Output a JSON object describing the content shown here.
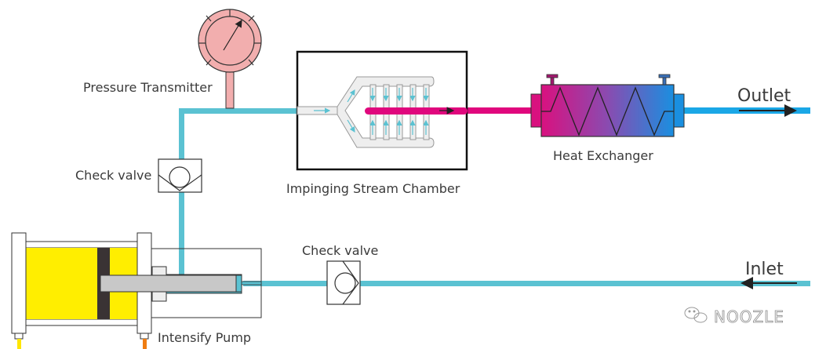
{
  "diagram": {
    "title": "Impinging stream high-pressure process flow",
    "labels": {
      "pressure_transmitter": "Pressure Transmitter",
      "impinging_chamber": "Impinging Stream Chamber",
      "heat_exchanger": "Heat Exchanger",
      "outlet": "Outlet",
      "inlet": "Inlet",
      "check_valve_upper": "Check valve",
      "check_valve_lower": "Check valve",
      "intensify_pump": "Intensify Pump",
      "watermark": "NOOZLE"
    },
    "colors": {
      "feed_line": "#5bc2d2",
      "hot_line": "#e0077d",
      "outlet_line": "#1aa7e6",
      "gauge": "#f2aeae",
      "cylinder_fill": "#ffee00",
      "piston": "#3a3334",
      "plunger": "#c8c8c8",
      "hx_gradient_start": "#d9117f",
      "hx_gradient_end": "#1a8fe0",
      "oil_port_left": "#ffe600",
      "oil_port_right": "#f07d12"
    },
    "nodes": [
      {
        "id": "intensify_pump",
        "label_key": "intensify_pump"
      },
      {
        "id": "check_valve_lower",
        "label_key": "check_valve_lower"
      },
      {
        "id": "check_valve_upper",
        "label_key": "check_valve_upper"
      },
      {
        "id": "pressure_transmitter",
        "label_key": "pressure_transmitter"
      },
      {
        "id": "impinging_chamber",
        "label_key": "impinging_chamber"
      },
      {
        "id": "heat_exchanger",
        "label_key": "heat_exchanger"
      }
    ],
    "edges": [
      {
        "from": "inlet",
        "to": "check_valve_lower"
      },
      {
        "from": "check_valve_lower",
        "to": "intensify_pump"
      },
      {
        "from": "intensify_pump",
        "to": "check_valve_upper"
      },
      {
        "from": "check_valve_upper",
        "to": "pressure_transmitter"
      },
      {
        "from": "pressure_transmitter",
        "to": "impinging_chamber"
      },
      {
        "from": "impinging_chamber",
        "to": "heat_exchanger"
      },
      {
        "from": "heat_exchanger",
        "to": "outlet"
      }
    ]
  }
}
